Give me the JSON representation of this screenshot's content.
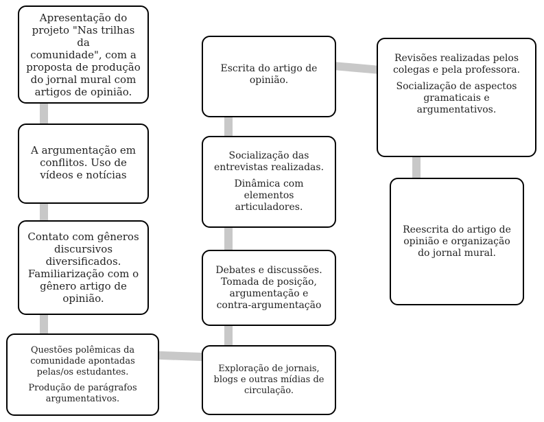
{
  "boxes": {
    "b1": {
      "lines": [
        "Apresentação do",
        "projeto \"Nas trilhas da",
        "comunidade\", com a",
        "proposta de produção",
        "do jornal mural com",
        "artigos de opinião."
      ]
    },
    "b2": {
      "lines": [
        "A argumentação em",
        "conflitos. Uso de",
        "vídeos e notícias"
      ]
    },
    "b3": {
      "lines": [
        "Contato com gêneros",
        "discursivos",
        "diversificados.",
        "Familiarização com o",
        "gênero artigo de",
        "opinião."
      ]
    },
    "b4": {
      "lines_a": [
        "Questões polêmicas da",
        "comunidade apontadas",
        "pelas/os estudantes."
      ],
      "lines_b": [
        "Produção de parágrafos",
        "argumentativos."
      ]
    },
    "b5": {
      "lines": [
        "Exploração de jornais,",
        "blogs e outras mídias de",
        "circulação."
      ]
    },
    "b6": {
      "lines": [
        "Debates e discussões.",
        "Tomada de posição,",
        "argumentação e",
        "contra-argumentação"
      ]
    },
    "b7": {
      "lines_a": [
        "Socialização das",
        "entrevistas realizadas."
      ],
      "lines_b": [
        "Dinâmica com",
        "elementos",
        "articuladores."
      ]
    },
    "b8": {
      "lines": [
        "Escrita do artigo de",
        "opinião."
      ]
    },
    "b9": {
      "lines_a": [
        "Revisões realizadas pelos",
        "colegas e pela professora."
      ],
      "lines_b": [
        "Socialização de aspectos",
        "gramaticais e",
        "argumentativos."
      ]
    },
    "b10": {
      "lines": [
        "Reescrita do artigo de",
        "opinião e organização",
        "do jornal mural."
      ]
    }
  }
}
